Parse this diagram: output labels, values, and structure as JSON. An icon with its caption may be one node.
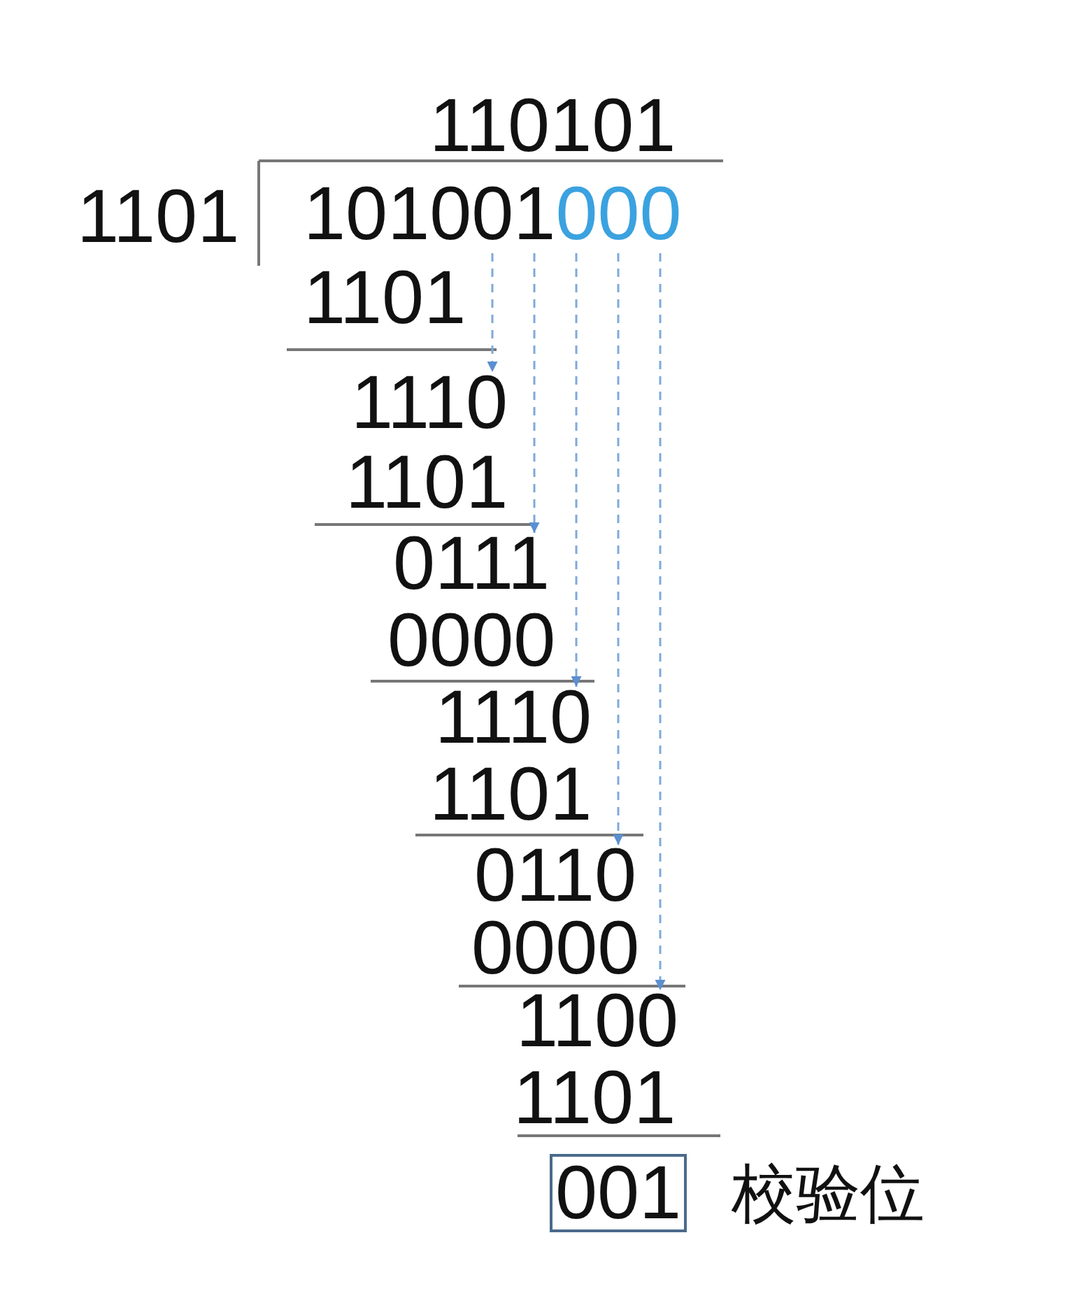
{
  "diagram": {
    "nodes": [
      {
        "text": [
          "101001000"
        ]
      },
      {
        "text": [
          "1110"
        ]
      },
      {
        "text": [
          "0111"
        ]
      },
      {
        "text": [
          "1110"
        ]
      },
      {
        "text": [
          "0110"
        ]
      },
      {
        "text": [
          "1100"
        ]
      },
      {
        "text": [
          "001"
        ],
        "beside": [
          "校验位"
        ]
      }
    ],
    "edges": [
      {
        "from": 0,
        "to": 1,
        "arrow": "to",
        "style": "dashed"
      },
      {
        "from": 0,
        "to": 2,
        "arrow": "to",
        "style": "dashed"
      },
      {
        "from": 0,
        "to": 3,
        "arrow": "to",
        "style": "dashed"
      },
      {
        "from": 0,
        "to": 4,
        "arrow": "to",
        "style": "dashed"
      },
      {
        "from": 0,
        "to": 5,
        "arrow": "to",
        "style": "dashed"
      }
    ],
    "labels": [
      "110101",
      "1101",
      "1101",
      "1101",
      "0000",
      "1101",
      "0000",
      "1101"
    ]
  }
}
